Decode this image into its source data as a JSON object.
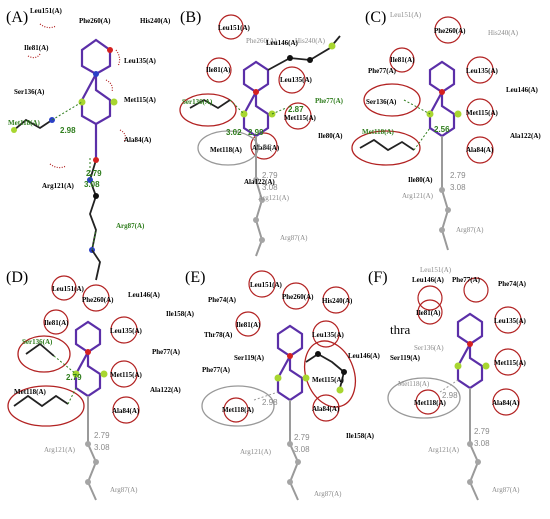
{
  "panels": [
    {
      "label": "(A)"
    },
    {
      "label": "(B)"
    },
    {
      "label": "(C)"
    },
    {
      "label": "(D)"
    },
    {
      "label": "(E)"
    },
    {
      "label": "(F)"
    }
  ],
  "residues": {
    "leu151": "Leu151(A)",
    "phe260": "Phe260(A)",
    "his240": "His240(A)",
    "ile81": "Ile81(A)",
    "leu135": "Leu135(A)",
    "ser136": "Ser136(A)",
    "met115": "Met115(A)",
    "ala84": "Ala84(A)",
    "met118": "Met118(A)",
    "arg121": "Arg121(A)",
    "arg87": "Arg87(A)",
    "leu146": "Leu146(A)",
    "phe77": "Phe77(A)",
    "ile80": "Ile80(A)",
    "ala122": "Ala122(A)",
    "ile158": "Ile158(A)",
    "phe74": "Phe74(A)",
    "thr78": "Thr78(A)",
    "ser119": "Ser119(A)",
    "leu146b": "Leu146(A)"
  },
  "distances": {
    "a1": "2.98",
    "a2": "2.79",
    "a3": "3.08",
    "b1": "2.87",
    "b2": "3.02",
    "b3": "2.99",
    "c1": "2.56",
    "d1": "2.79",
    "grey1": "2.79",
    "grey2": "3.08",
    "grey3": "2.98"
  },
  "annotations": {
    "thra": "thra"
  }
}
